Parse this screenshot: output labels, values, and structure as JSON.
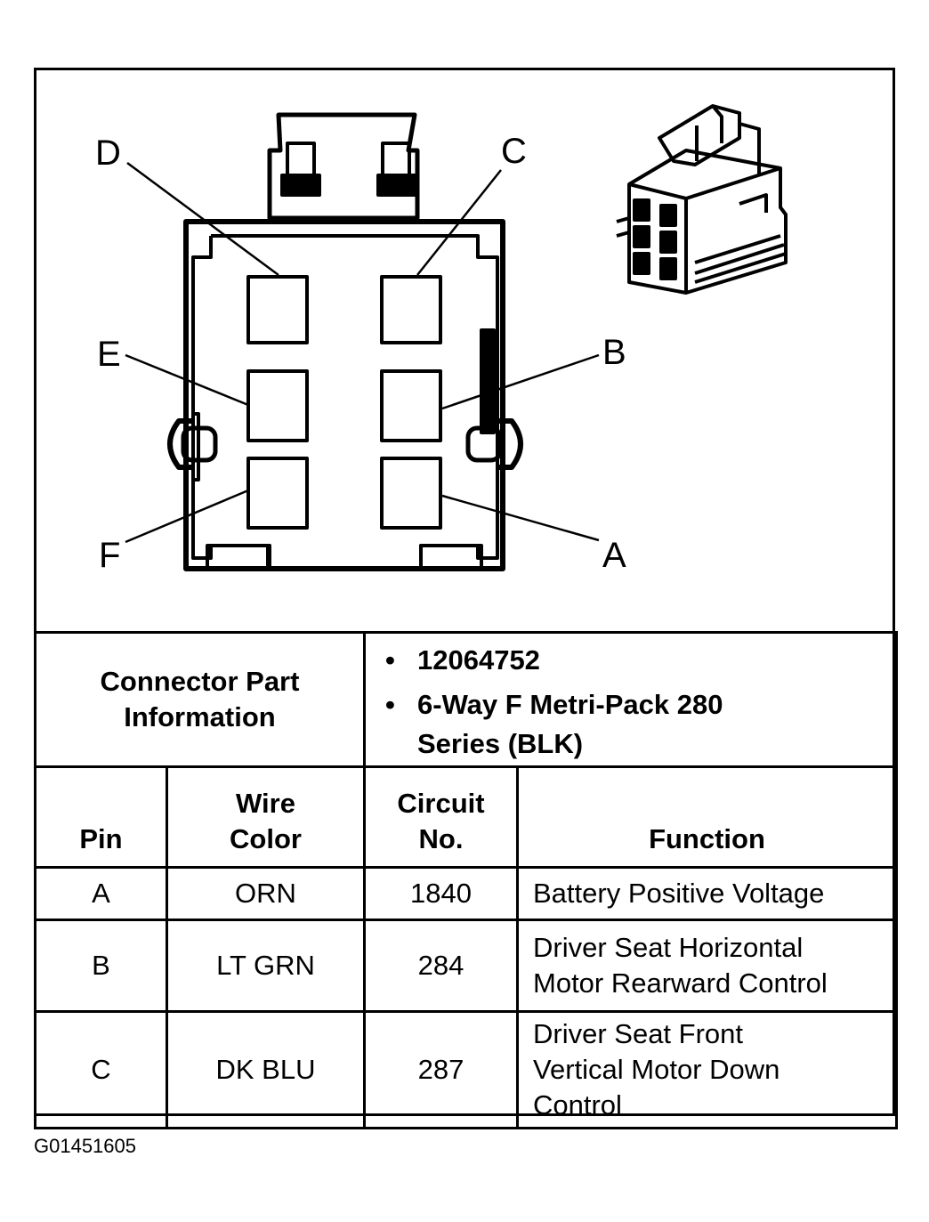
{
  "diagram": {
    "pin_labels": {
      "D": "D",
      "C": "C",
      "E": "E",
      "B": "B",
      "F": "F",
      "A": "A"
    }
  },
  "connector_info": {
    "label": "Connector Part Information",
    "part_number": "12064752",
    "description": "6-Way F Metri-Pack 280 Series (BLK)"
  },
  "table": {
    "headers": {
      "pin": "Pin",
      "wire_color": "Wire Color",
      "circuit": "Circuit No.",
      "function": "Function"
    },
    "rows": [
      {
        "pin": "A",
        "wire_color": "ORN",
        "circuit": "1840",
        "function": "Battery Positive Voltage"
      },
      {
        "pin": "B",
        "wire_color": "LT GRN",
        "circuit": "284",
        "function": "Driver Seat Horizontal Motor Rearward Control"
      },
      {
        "pin": "C",
        "wire_color": "DK BLU",
        "circuit": "287",
        "function": "Driver Seat Front Vertical Motor Down Control"
      }
    ]
  },
  "caption": "G01451605"
}
